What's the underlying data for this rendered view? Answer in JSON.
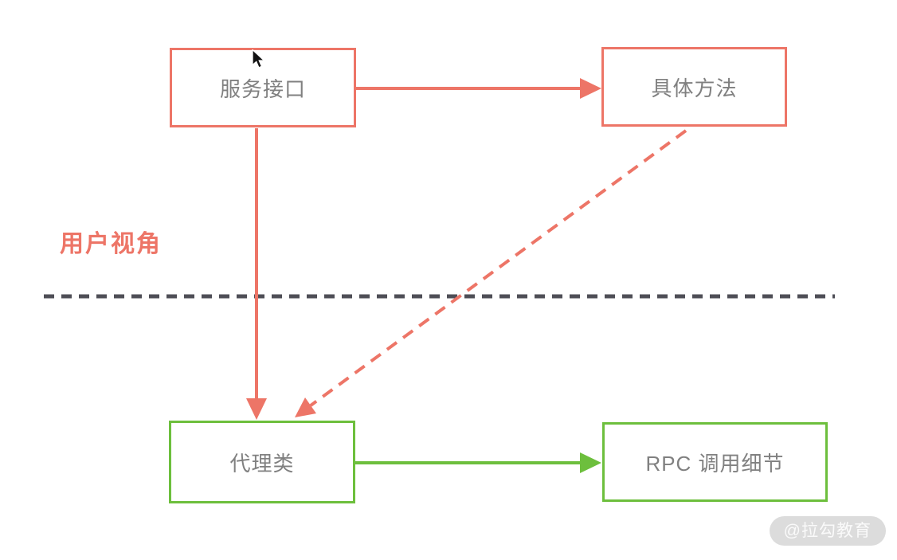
{
  "diagram": {
    "section_label": "用户视角",
    "boxes": {
      "service_interface": {
        "label": "服务接口"
      },
      "concrete_method": {
        "label": "具体方法"
      },
      "proxy_class": {
        "label": "代理类"
      },
      "rpc_detail": {
        "label": "RPC 调用细节"
      }
    },
    "edges": [
      {
        "from": "service_interface",
        "to": "concrete_method",
        "style": "solid",
        "color": "user_accent"
      },
      {
        "from": "service_interface",
        "to": "proxy_class",
        "style": "solid",
        "color": "user_accent"
      },
      {
        "from": "concrete_method",
        "to": "proxy_class",
        "style": "dashed",
        "color": "user_accent"
      },
      {
        "from": "proxy_class",
        "to": "rpc_detail",
        "style": "solid",
        "color": "impl_accent"
      }
    ],
    "colors": {
      "user_accent": "#ED7567",
      "impl_accent": "#6DBF3D",
      "divider": "#4E4E56",
      "box_text": "#808080"
    }
  },
  "watermark": {
    "text": "@拉勾教育"
  }
}
